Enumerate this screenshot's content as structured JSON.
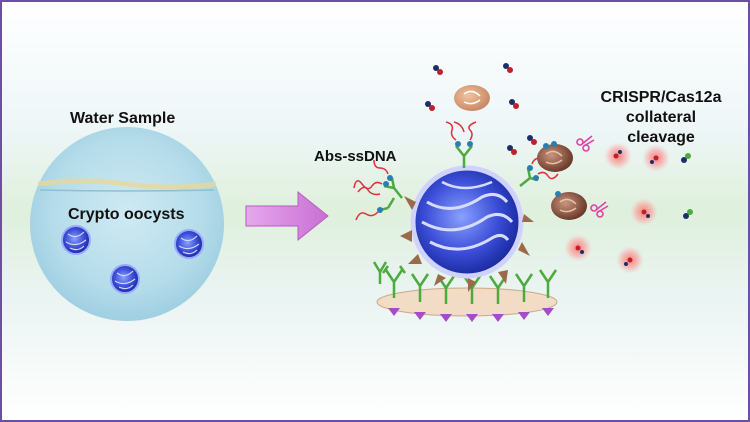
{
  "labels": {
    "water_sample": "Water Sample",
    "crypto_oocysts": "Crypto oocysts",
    "abs_ssdna": "Abs-ssDNA",
    "crispr_line1": "CRISPR/Cas12a",
    "crispr_line2": "collateral cleavage"
  },
  "colors": {
    "frame": "#6b4fa0",
    "arrow": "#d98be0",
    "oocyst": "#3c4fd8",
    "antibody": "#4caa3e",
    "cas12a": "#7a4a3a",
    "signal_glow": "#ff7f7f"
  }
}
